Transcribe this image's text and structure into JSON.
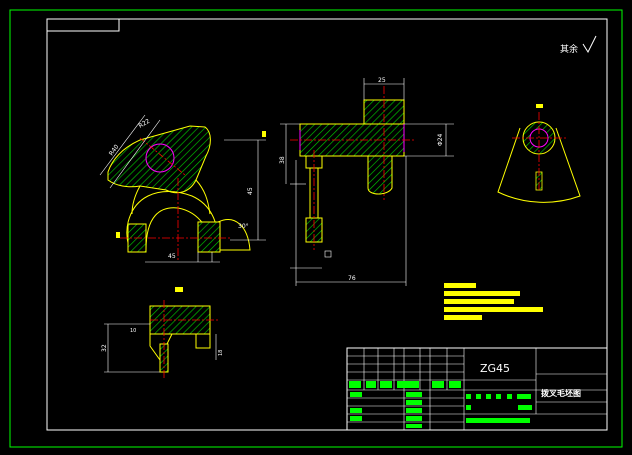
{
  "drawing": {
    "material": "ZG45",
    "title_block_name": "拨叉毛坯图",
    "roughness_note": "其余",
    "colors": {
      "background": "#000000",
      "frame": "#00ff00",
      "outline": "#ffff00",
      "hatch": "#00c800",
      "center": "#ff0000",
      "hole": "#ff00ff",
      "dim": "#ffffff"
    }
  },
  "dimensions": {
    "top_width": "25",
    "flange_dia": "Φ24",
    "overall_length": "76",
    "height_left": "45",
    "height_upper": "38",
    "span_45": "45",
    "r40": "R40",
    "r22": "R22",
    "angle_30": "30°",
    "lower_left": "32",
    "lower_small": "10",
    "lower_right": "18"
  }
}
